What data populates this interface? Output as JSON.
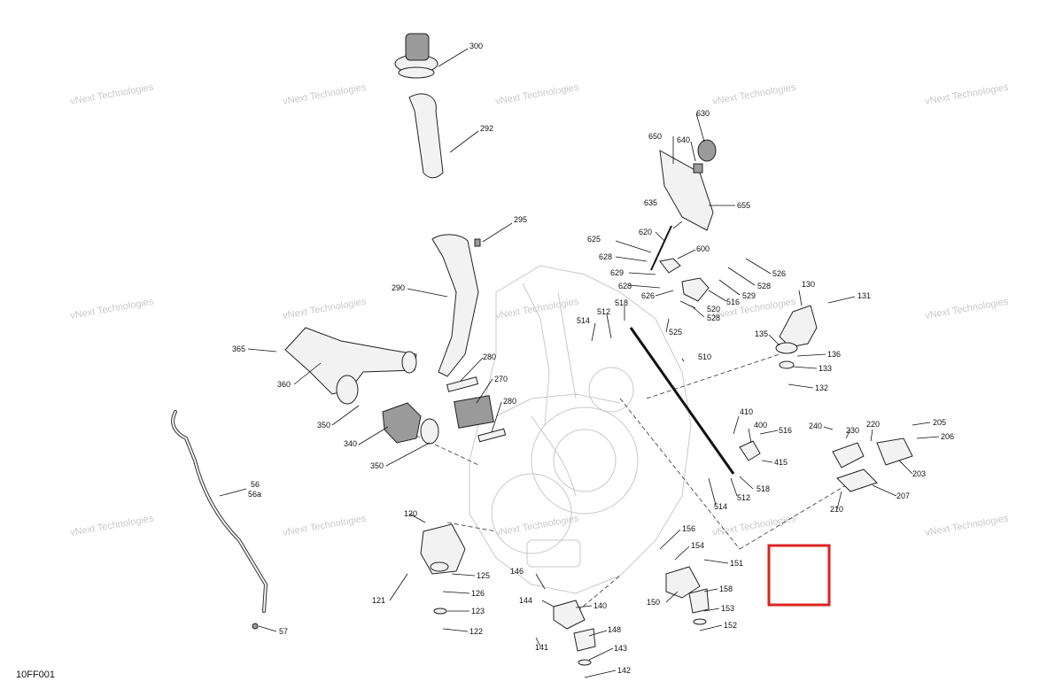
{
  "drawing_code": "10FF001",
  "watermark_text": "vNext Technologies",
  "accent_colors": {
    "highlight_box": "#dd2222",
    "line": "#222222",
    "ghost_engine": "#c8c8c8"
  },
  "highlight_box": {
    "label": ""
  },
  "callouts": [
    {
      "id": "c300",
      "label": "300"
    },
    {
      "id": "c292",
      "label": "292"
    },
    {
      "id": "c295",
      "label": "295"
    },
    {
      "id": "c290",
      "label": "290"
    },
    {
      "id": "c365",
      "label": "365"
    },
    {
      "id": "c360",
      "label": "360"
    },
    {
      "id": "c280a",
      "label": "280"
    },
    {
      "id": "c270",
      "label": "270"
    },
    {
      "id": "c280b",
      "label": "280"
    },
    {
      "id": "c350a",
      "label": "350"
    },
    {
      "id": "c340",
      "label": "340"
    },
    {
      "id": "c350b",
      "label": "350"
    },
    {
      "id": "c56",
      "label": "56"
    },
    {
      "id": "c56a",
      "label": "56a"
    },
    {
      "id": "c57",
      "label": "57"
    },
    {
      "id": "c630",
      "label": "630"
    },
    {
      "id": "c650",
      "label": "650"
    },
    {
      "id": "c640",
      "label": "640"
    },
    {
      "id": "c655",
      "label": "655"
    },
    {
      "id": "c635",
      "label": "635"
    },
    {
      "id": "c625",
      "label": "625"
    },
    {
      "id": "c620",
      "label": "620"
    },
    {
      "id": "c628a",
      "label": "628"
    },
    {
      "id": "c600",
      "label": "600"
    },
    {
      "id": "c629",
      "label": "629"
    },
    {
      "id": "c628b",
      "label": "628"
    },
    {
      "id": "c626",
      "label": "626"
    },
    {
      "id": "c526",
      "label": "526"
    },
    {
      "id": "c528a",
      "label": "528"
    },
    {
      "id": "c529",
      "label": "529"
    },
    {
      "id": "c516a",
      "label": "516"
    },
    {
      "id": "c528b",
      "label": "528"
    },
    {
      "id": "c520",
      "label": "520"
    },
    {
      "id": "c514a",
      "label": "514"
    },
    {
      "id": "c512a",
      "label": "512"
    },
    {
      "id": "c518a",
      "label": "518"
    },
    {
      "id": "c525",
      "label": "525"
    },
    {
      "id": "c510",
      "label": "510"
    },
    {
      "id": "c130",
      "label": "130"
    },
    {
      "id": "c131",
      "label": "131"
    },
    {
      "id": "c135",
      "label": "135"
    },
    {
      "id": "c136",
      "label": "136"
    },
    {
      "id": "c133",
      "label": "133"
    },
    {
      "id": "c132",
      "label": "132"
    },
    {
      "id": "c410",
      "label": "410"
    },
    {
      "id": "c400",
      "label": "400"
    },
    {
      "id": "c516b",
      "label": "516"
    },
    {
      "id": "c415",
      "label": "415"
    },
    {
      "id": "c518b",
      "label": "518"
    },
    {
      "id": "c512b",
      "label": "512"
    },
    {
      "id": "c514b",
      "label": "514"
    },
    {
      "id": "c240",
      "label": "240"
    },
    {
      "id": "c230",
      "label": "230"
    },
    {
      "id": "c220",
      "label": "220"
    },
    {
      "id": "c205",
      "label": "205"
    },
    {
      "id": "c206",
      "label": "206"
    },
    {
      "id": "c203",
      "label": "203"
    },
    {
      "id": "c207",
      "label": "207"
    },
    {
      "id": "c210",
      "label": "210"
    },
    {
      "id": "c120",
      "label": "120"
    },
    {
      "id": "c125",
      "label": "125"
    },
    {
      "id": "c126",
      "label": "126"
    },
    {
      "id": "c121",
      "label": "121"
    },
    {
      "id": "c123",
      "label": "123"
    },
    {
      "id": "c122",
      "label": "122"
    },
    {
      "id": "c146",
      "label": "146"
    },
    {
      "id": "c144",
      "label": "144"
    },
    {
      "id": "c140",
      "label": "140"
    },
    {
      "id": "c141",
      "label": "141"
    },
    {
      "id": "c148",
      "label": "148"
    },
    {
      "id": "c143",
      "label": "143"
    },
    {
      "id": "c142",
      "label": "142"
    },
    {
      "id": "c156",
      "label": "156"
    },
    {
      "id": "c154",
      "label": "154"
    },
    {
      "id": "c151",
      "label": "151"
    },
    {
      "id": "c150",
      "label": "150"
    },
    {
      "id": "c158",
      "label": "158"
    },
    {
      "id": "c153",
      "label": "153"
    },
    {
      "id": "c152",
      "label": "152"
    }
  ]
}
